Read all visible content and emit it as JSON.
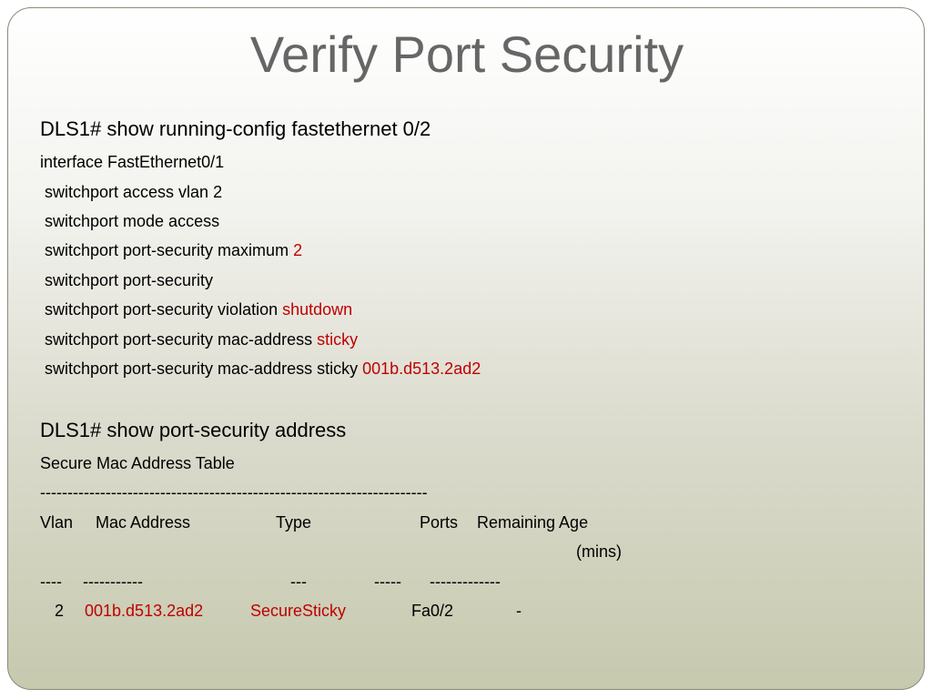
{
  "title": "Verify Port Security",
  "config": {
    "command": "DLS1# show running-config fastethernet 0/2",
    "interface": "interface FastEthernet0/1",
    "lines": [
      {
        "prefix": " switchport access vlan 2",
        "value": ""
      },
      {
        "prefix": " switchport mode access",
        "value": ""
      },
      {
        "prefix": " switchport port-security maximum ",
        "value": "2"
      },
      {
        "prefix": " switchport port-security",
        "value": ""
      },
      {
        "prefix": " switchport port-security violation ",
        "value": "shutdown"
      },
      {
        "prefix": " switchport port-security mac-address ",
        "value": "sticky"
      },
      {
        "prefix": " switchport port-security mac-address sticky ",
        "value": "001b.d513.2ad2"
      }
    ]
  },
  "address": {
    "command": "DLS1# show port-security address",
    "table_title": "Secure Mac Address Table",
    "separator": "-----------------------------------------------------------------------",
    "headers": {
      "vlan": "Vlan",
      "mac": "Mac Address",
      "type": "Type",
      "ports": "Ports",
      "age": "Remaining Age",
      "age_unit": "(mins)"
    },
    "dashes": {
      "vlan": "----",
      "mac": "-----------",
      "type": "---",
      "ports": "-----",
      "age": "-------------"
    },
    "row": {
      "vlan": "2",
      "mac": "001b.d513.2ad2",
      "type": "SecureSticky",
      "ports": "Fa0/2",
      "age": "-"
    }
  },
  "colors": {
    "highlight": "#c00000",
    "title": "#666666"
  }
}
